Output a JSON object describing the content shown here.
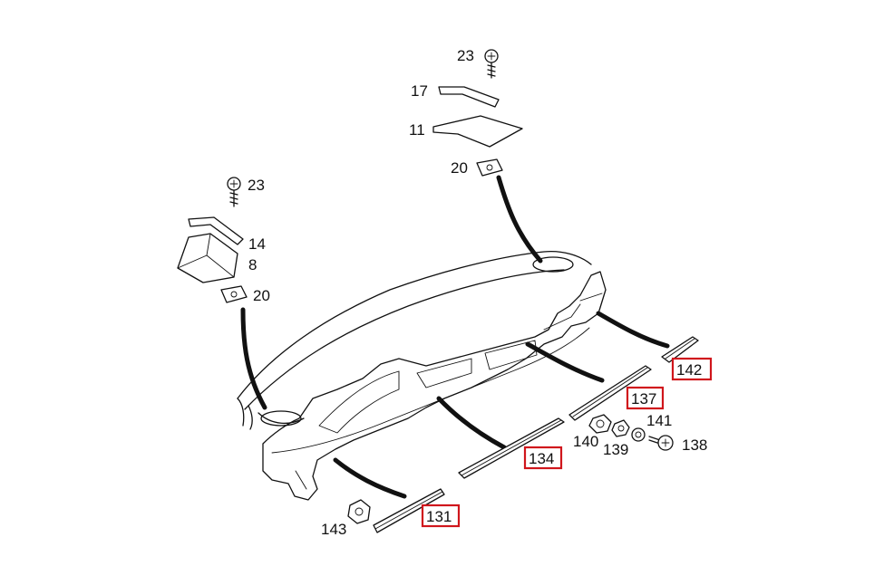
{
  "diagram": {
    "labels": {
      "screw_top": "23",
      "strip_top": "17",
      "pad_top": "11",
      "clip_top": "20",
      "screw_left": "23",
      "strip_left": "14",
      "pad_left": "8",
      "clip_left": "20",
      "trim_142": "142",
      "trim_137": "137",
      "washer_141": "141",
      "nut_140": "140",
      "washer_139": "139",
      "screw_138": "138",
      "trim_134": "134",
      "nut_143": "143",
      "trim_131": "131"
    },
    "highlight_color": "#d0161c"
  }
}
